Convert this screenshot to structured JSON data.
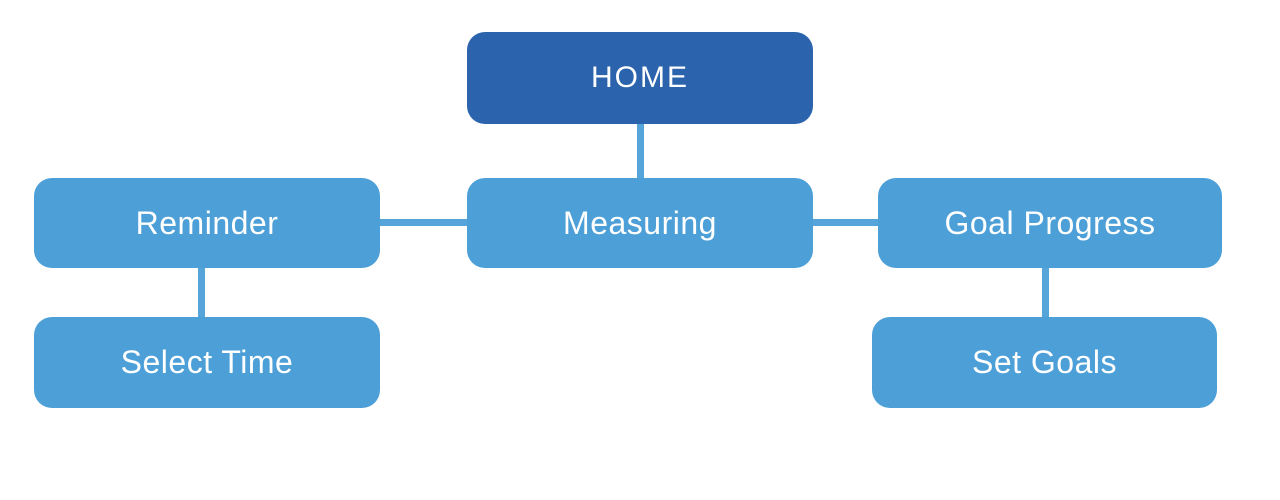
{
  "diagram": {
    "type": "flowchart-sitemap",
    "colors": {
      "root_node": "#2b63ac",
      "child_node": "#4d9fd7",
      "connector": "#55a4da",
      "text": "#ffffff",
      "background": "#ffffff"
    },
    "nodes": {
      "home": {
        "label": "HOME",
        "level": 0
      },
      "reminder": {
        "label": "Reminder",
        "level": 1
      },
      "measuring": {
        "label": "Measuring",
        "level": 1
      },
      "goal_progress": {
        "label": "Goal Progress",
        "level": 1
      },
      "select_time": {
        "label": "Select Time",
        "level": 2
      },
      "set_goals": {
        "label": "Set Goals",
        "level": 2
      }
    },
    "edges": [
      {
        "from": "home",
        "to": "measuring",
        "orientation": "vertical"
      },
      {
        "from": "reminder",
        "to": "measuring",
        "orientation": "horizontal"
      },
      {
        "from": "measuring",
        "to": "goal_progress",
        "orientation": "horizontal"
      },
      {
        "from": "reminder",
        "to": "select_time",
        "orientation": "vertical"
      },
      {
        "from": "goal_progress",
        "to": "set_goals",
        "orientation": "vertical"
      }
    ]
  }
}
